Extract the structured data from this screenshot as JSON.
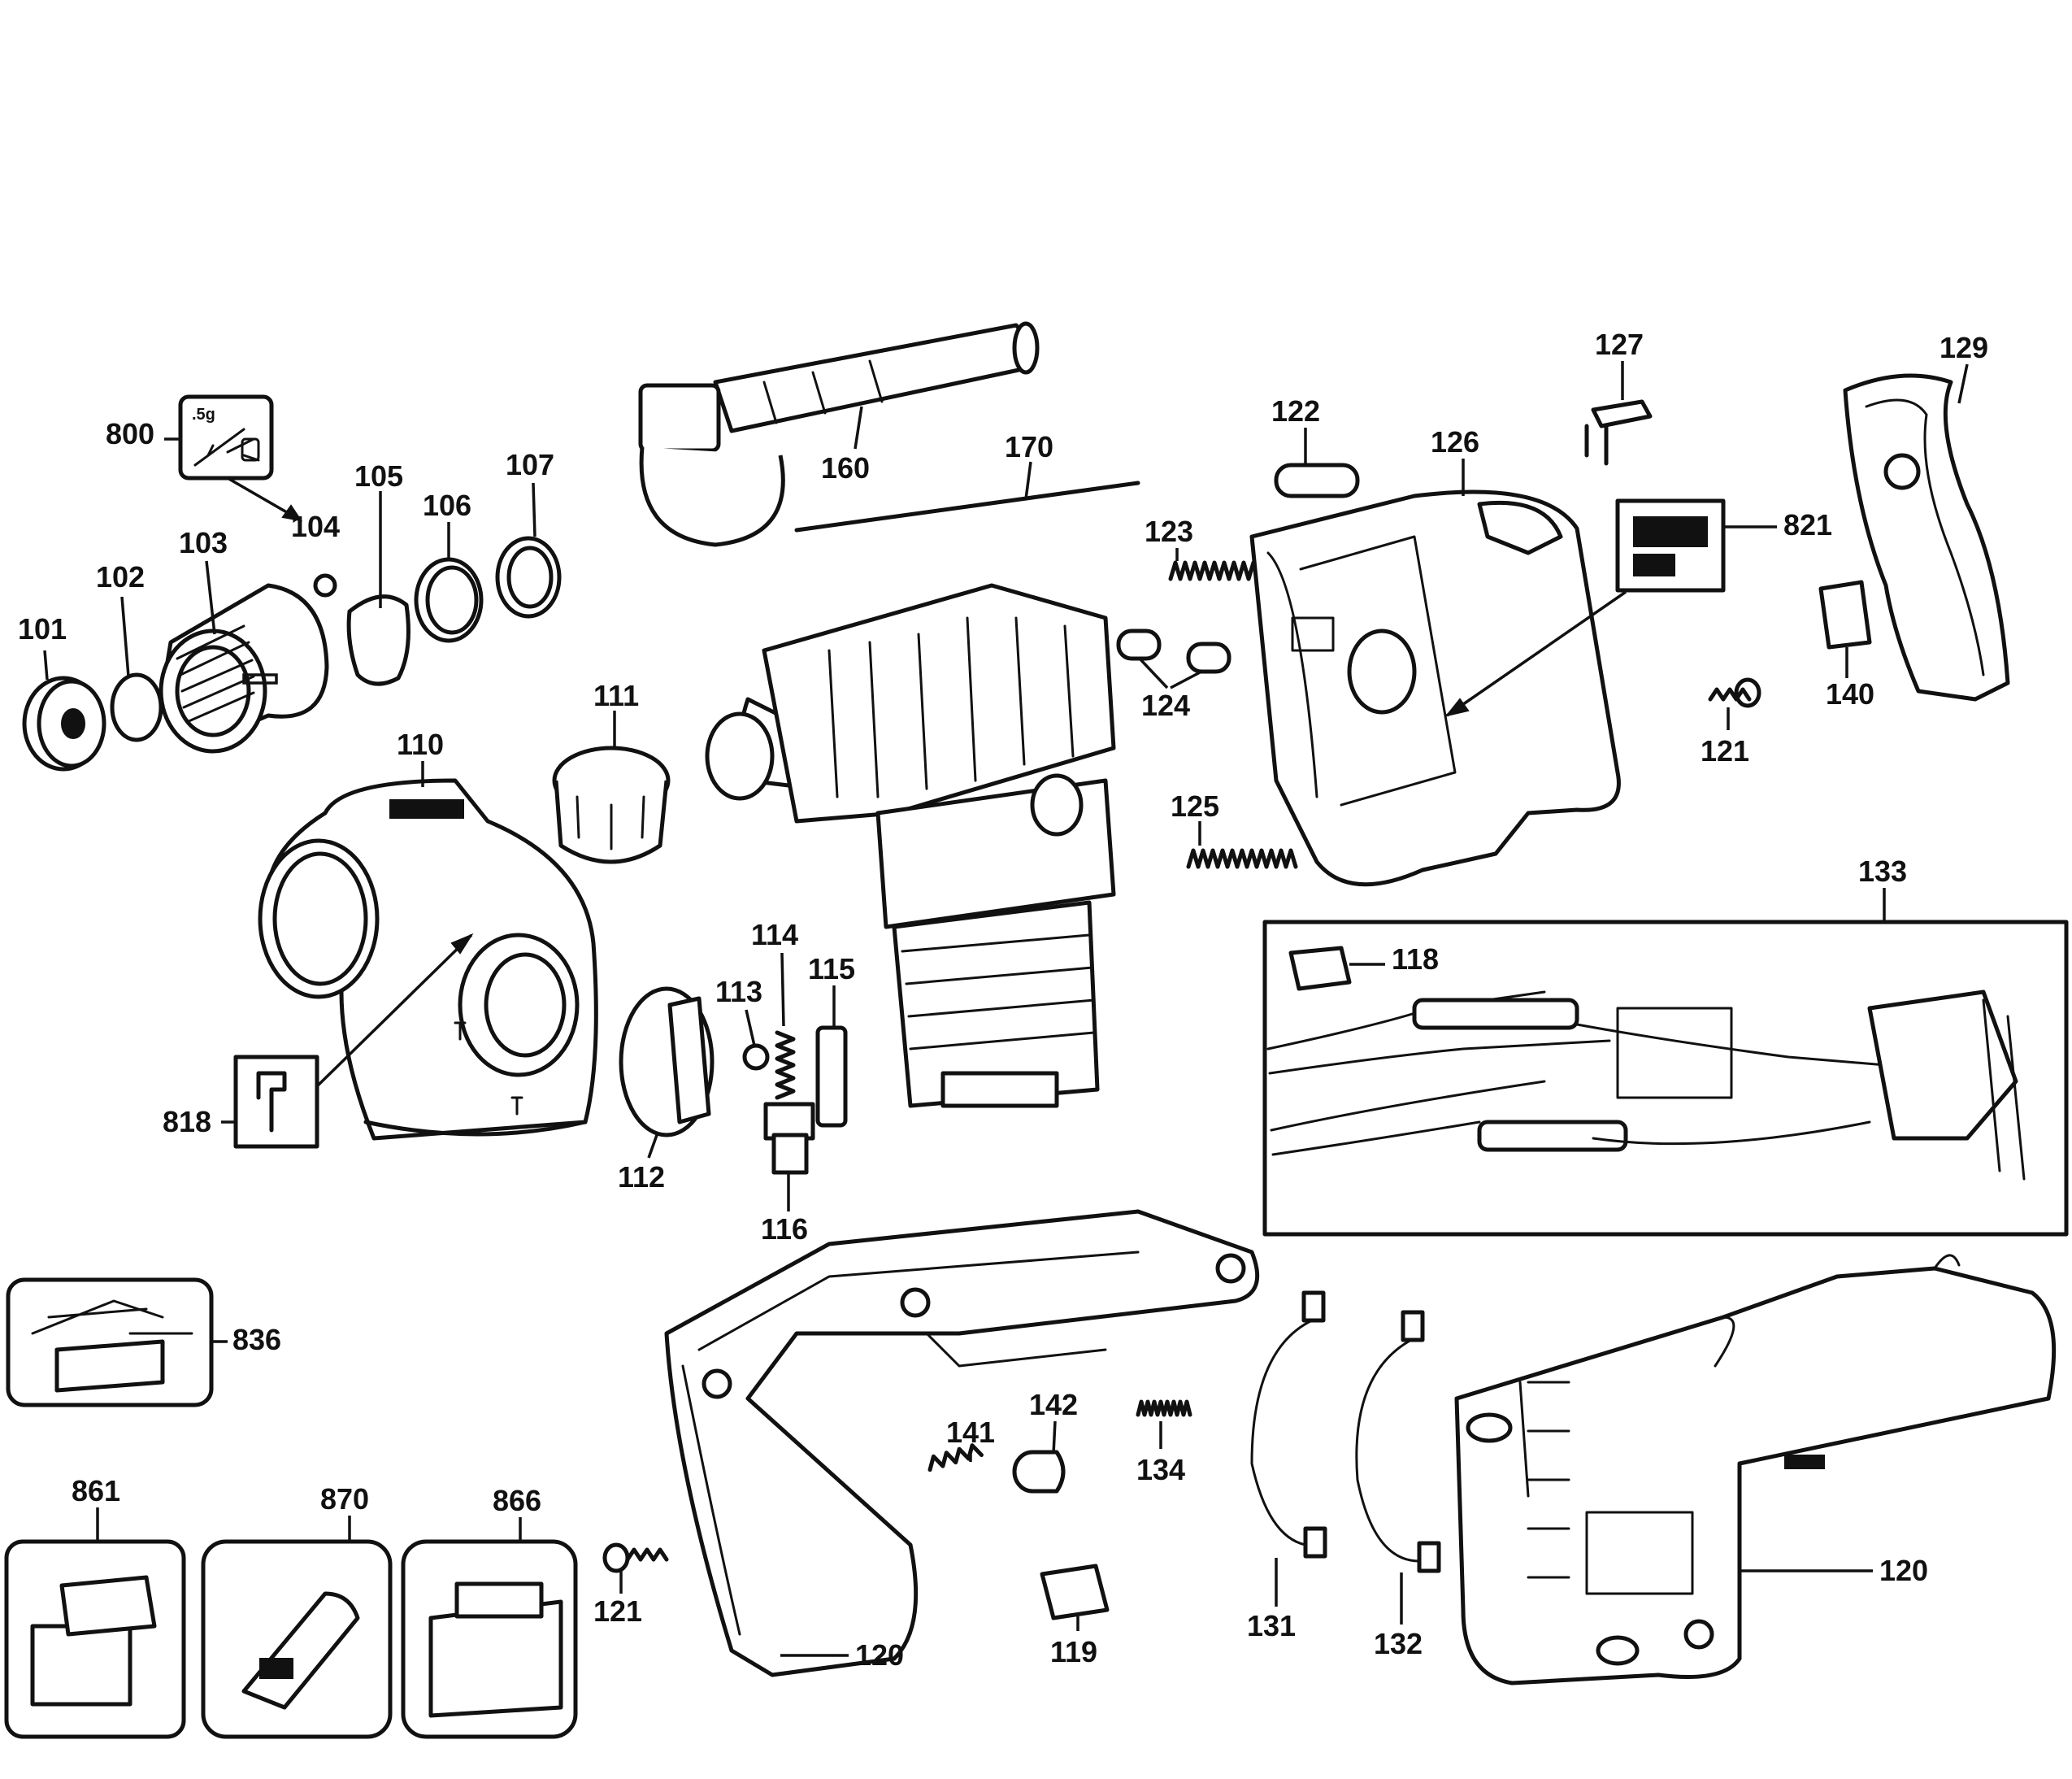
{
  "diagram": {
    "kit_label": ".5g",
    "callouts": [
      {
        "id": "800",
        "label": "800"
      },
      {
        "id": "101",
        "label": "101"
      },
      {
        "id": "102",
        "label": "102"
      },
      {
        "id": "103",
        "label": "103"
      },
      {
        "id": "104",
        "label": "104"
      },
      {
        "id": "105",
        "label": "105"
      },
      {
        "id": "106",
        "label": "106"
      },
      {
        "id": "107",
        "label": "107"
      },
      {
        "id": "110",
        "label": "110"
      },
      {
        "id": "111",
        "label": "111"
      },
      {
        "id": "112",
        "label": "112"
      },
      {
        "id": "113",
        "label": "113"
      },
      {
        "id": "114",
        "label": "114"
      },
      {
        "id": "115",
        "label": "115"
      },
      {
        "id": "116",
        "label": "116"
      },
      {
        "id": "818",
        "label": "818"
      },
      {
        "id": "160",
        "label": "160"
      },
      {
        "id": "170",
        "label": "170"
      },
      {
        "id": "122",
        "label": "122"
      },
      {
        "id": "123",
        "label": "123"
      },
      {
        "id": "124",
        "label": "124"
      },
      {
        "id": "125",
        "label": "125"
      },
      {
        "id": "126",
        "label": "126"
      },
      {
        "id": "127",
        "label": "127"
      },
      {
        "id": "129",
        "label": "129"
      },
      {
        "id": "821",
        "label": "821"
      },
      {
        "id": "140",
        "label": "140"
      },
      {
        "id": "121a",
        "label": "121"
      },
      {
        "id": "133",
        "label": "133"
      },
      {
        "id": "118",
        "label": "118"
      },
      {
        "id": "836",
        "label": "836"
      },
      {
        "id": "861",
        "label": "861"
      },
      {
        "id": "870",
        "label": "870"
      },
      {
        "id": "866",
        "label": "866"
      },
      {
        "id": "121b",
        "label": "121"
      },
      {
        "id": "120a",
        "label": "120"
      },
      {
        "id": "141",
        "label": "141"
      },
      {
        "id": "142",
        "label": "142"
      },
      {
        "id": "134",
        "label": "134"
      },
      {
        "id": "119",
        "label": "119"
      },
      {
        "id": "131",
        "label": "131"
      },
      {
        "id": "132",
        "label": "132"
      },
      {
        "id": "120b",
        "label": "120"
      }
    ]
  }
}
